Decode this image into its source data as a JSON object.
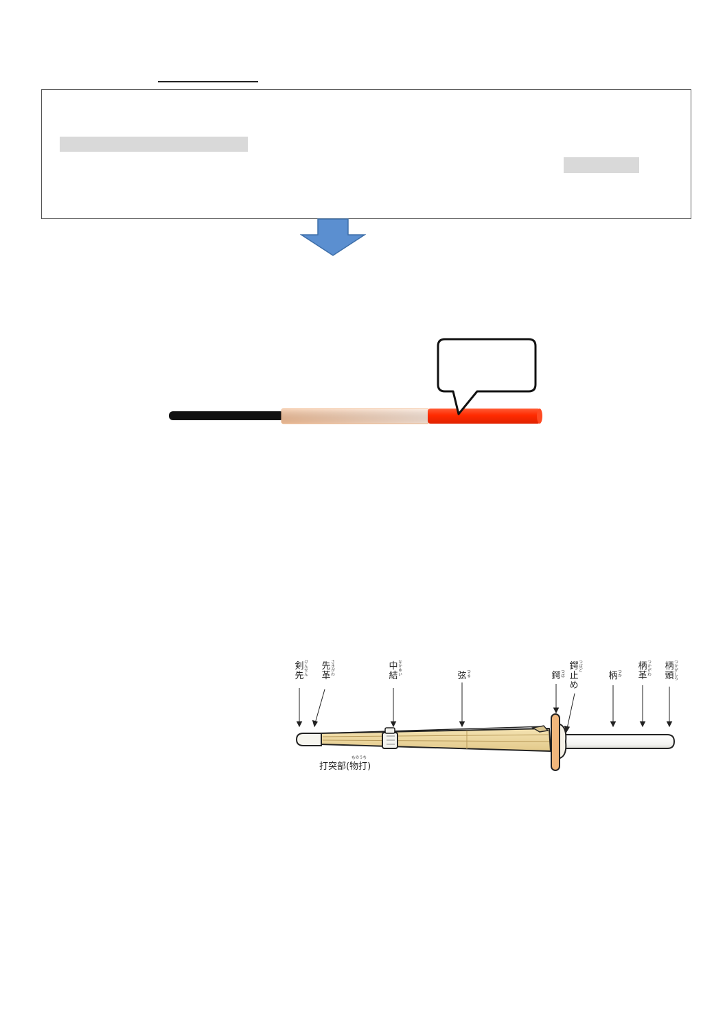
{
  "colors": {
    "arrow_fill": "#5b8fd0",
    "arrow_stroke": "#3d6ea8",
    "bar_handle": "#111111",
    "bar_middle_start": "#f6c199",
    "bar_middle_end": "#fde8da",
    "bar_tip": "#ff2a00",
    "highlight": "#d9d9d9"
  },
  "icons": {
    "arrow": "down-arrow-icon",
    "bubble": "speech-bubble-icon"
  },
  "shinai": {
    "labels": [
      {
        "id": "kensen",
        "chars": [
          "剣",
          "先"
        ],
        "ruby": "けんせん"
      },
      {
        "id": "sakigawa",
        "chars": [
          "先",
          "革"
        ],
        "ruby": "さきがわ"
      },
      {
        "id": "nakayui",
        "chars": [
          "中",
          "結"
        ],
        "ruby": "なかゆい"
      },
      {
        "id": "tsuru",
        "chars": [
          "弦"
        ],
        "ruby": "つる"
      },
      {
        "id": "tsuba",
        "chars": [
          "鍔"
        ],
        "ruby": "つば"
      },
      {
        "id": "tsubadome",
        "chars": [
          "鍔",
          "止",
          "め"
        ],
        "ruby": "つばど"
      },
      {
        "id": "tsuka",
        "chars": [
          "柄"
        ],
        "ruby": "つか"
      },
      {
        "id": "tsukagawa",
        "chars": [
          "柄",
          "革"
        ],
        "ruby": "つかがわ"
      },
      {
        "id": "tsukagashira",
        "chars": [
          "柄",
          "頭"
        ],
        "ruby": "つかがしら"
      }
    ],
    "strike_caption": "打突部(物打)",
    "strike_ruby": "ものうち"
  }
}
